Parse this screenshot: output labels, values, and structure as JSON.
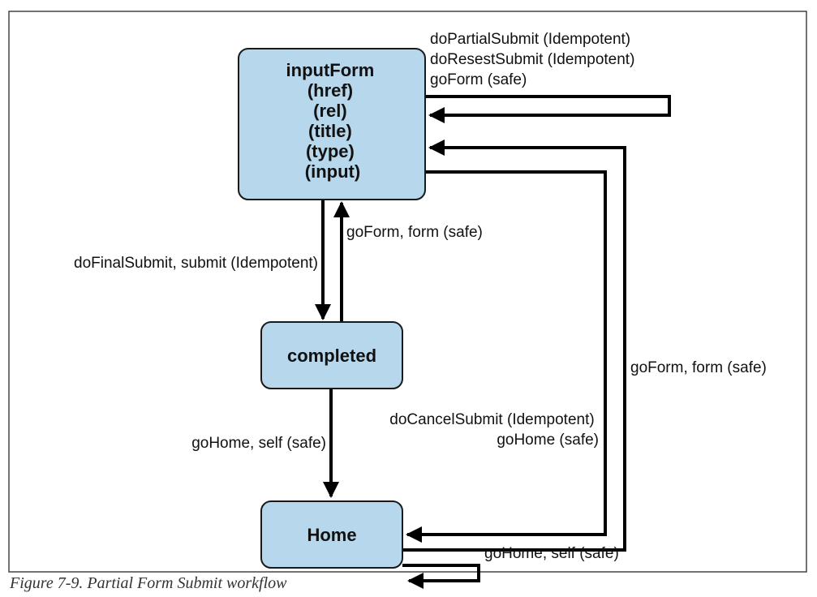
{
  "colors": {
    "node_fill": "#b7d7ec",
    "node_stroke": "#1a1a1a",
    "edge": "#000000",
    "frame": "#444444"
  },
  "nodes": {
    "input_form": {
      "lines": [
        "inputForm",
        "(href)",
        "(rel)",
        "(title)",
        "(type)",
        "(input)"
      ]
    },
    "completed": {
      "label": "completed"
    },
    "home": {
      "label": "Home"
    }
  },
  "edges": {
    "input_form_self": [
      "doPartialSubmit (Idempotent)",
      "doResestSubmit (Idempotent)",
      "goForm (safe)"
    ],
    "input_to_completed": "doFinalSubmit, submit (Idempotent)",
    "completed_to_input": "goForm, form (safe)",
    "completed_to_home": "goHome, self (safe)",
    "input_to_home": [
      "doCancelSubmit (Idempotent)",
      "goHome (safe)"
    ],
    "home_to_input": "goForm, form (safe)",
    "home_self": "goHome, self (safe)"
  },
  "caption": "Figure 7-9. Partial Form Submit workflow"
}
